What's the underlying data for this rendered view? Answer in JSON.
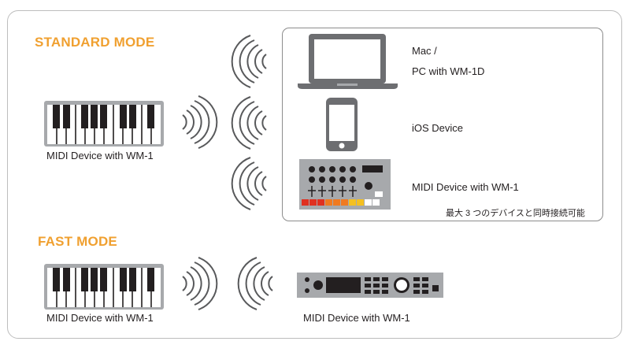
{
  "standard_mode": {
    "title": "STANDARD MODE",
    "source_label": "MIDI Device with WM-1",
    "targets": [
      {
        "label_line1": "Mac /",
        "label_line2": "PC with WM-1D",
        "icon": "laptop-icon"
      },
      {
        "label": "iOS Device",
        "icon": "smartphone-icon"
      },
      {
        "label": "MIDI Device with WM-1",
        "icon": "drum-machine-icon"
      }
    ],
    "note": "最大 3 つのデバイスと同時接続可能"
  },
  "fast_mode": {
    "title": "FAST MODE",
    "source_label": "MIDI Device with WM-1",
    "target_label": "MIDI Device with WM-1"
  },
  "colors": {
    "accent": "#f0a030",
    "device_gray": "#a7a9ac",
    "dark": "#231f20",
    "wave": "#58595b"
  }
}
